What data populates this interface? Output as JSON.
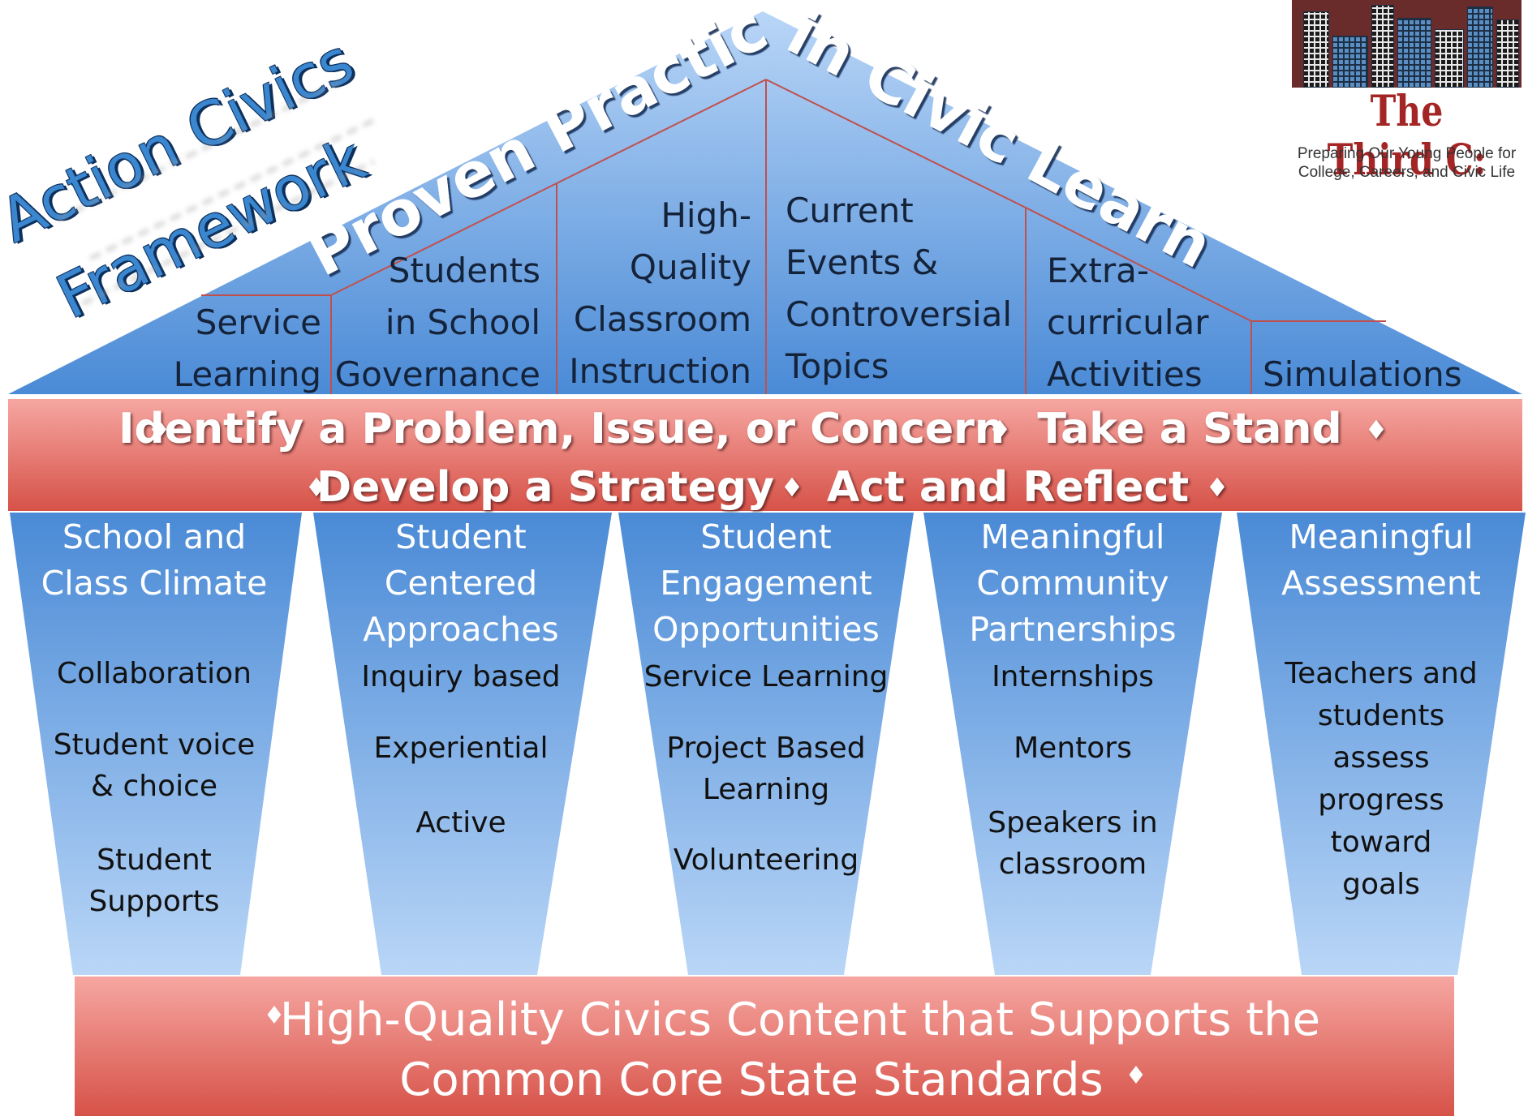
{
  "title": {
    "line1": "Action Civics",
    "line2": "Framework"
  },
  "logo": {
    "title": "The Third C:",
    "subtitle_line1": "Preparing Our Young People for",
    "subtitle_line2": "College, Careers, and Civic Life"
  },
  "roof": {
    "arc_text": "Proven Practices in Civic Learning",
    "practices": [
      {
        "lines": [
          "Service",
          "Learning"
        ]
      },
      {
        "lines": [
          "Students",
          "in School",
          "Governance"
        ]
      },
      {
        "lines": [
          "High-",
          "Quality",
          "Classroom",
          "Instruction"
        ]
      },
      {
        "lines": [
          "Current",
          "Events &",
          "Controversial",
          "Topics"
        ]
      },
      {
        "lines": [
          "Extra-",
          "curricular",
          "Activities"
        ]
      },
      {
        "lines": [
          "Simulations"
        ]
      }
    ]
  },
  "beam": {
    "bullet": "♦",
    "row1": [
      "Identify a Problem, Issue, or Concern",
      "Take a Stand"
    ],
    "row2": [
      "Develop a Strategy",
      "Act and Reflect"
    ]
  },
  "pillars": [
    {
      "heading": [
        "School and",
        "Class Climate"
      ],
      "items": [
        [
          "Collaboration"
        ],
        [
          "Student voice",
          "& choice"
        ],
        [
          "Student",
          "Supports"
        ]
      ]
    },
    {
      "heading": [
        "Student",
        "Centered",
        "Approaches"
      ],
      "items": [
        [
          "Inquiry based"
        ],
        [
          "Experiential"
        ],
        [
          "Active"
        ]
      ]
    },
    {
      "heading": [
        "Student",
        "Engagement",
        "Opportunities"
      ],
      "items": [
        [
          "Service Learning"
        ],
        [
          "Project Based",
          "Learning"
        ],
        [
          "Volunteering"
        ]
      ]
    },
    {
      "heading": [
        "Meaningful",
        "Community",
        "Partnerships"
      ],
      "items": [
        [
          "Internships"
        ],
        [
          "Mentors"
        ],
        [
          "Speakers in",
          "classroom"
        ]
      ]
    },
    {
      "heading": [
        "Meaningful",
        "Assessment"
      ],
      "items": [
        [
          "Teachers and",
          "students",
          "assess",
          "progress",
          "toward",
          "goals"
        ]
      ]
    }
  ],
  "foundation": {
    "line1": "High-Quality Civics Content that Supports the",
    "line2": "Common Core State Standards",
    "bullet": "♦"
  },
  "colors": {
    "blue_light": "#b9d6f7",
    "blue_dark": "#4a8ad6",
    "red_light": "#f6a6a1",
    "red_dark": "#d65248",
    "roof_line": "#c0504d",
    "title_blue": "#3a86cf",
    "logo_red": "#a42525"
  }
}
